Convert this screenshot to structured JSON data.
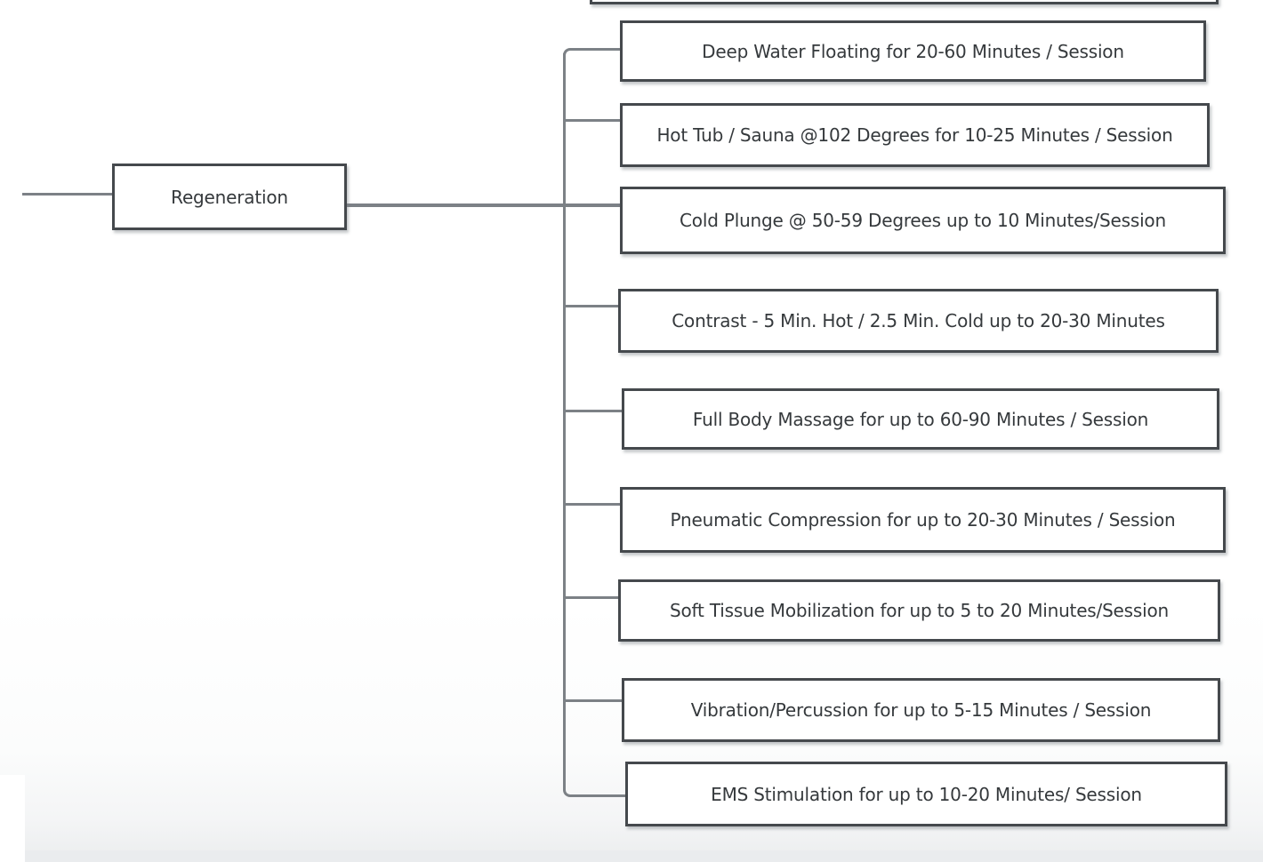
{
  "root": {
    "label": "Regeneration"
  },
  "children": [
    {
      "label": "Deep Water Floating for 20-60 Minutes / Session"
    },
    {
      "label": "Hot Tub / Sauna @102 Degrees for 10-25 Minutes / Session"
    },
    {
      "label": "Cold Plunge @ 50-59 Degrees up to 10 Minutes/Session"
    },
    {
      "label": "Contrast - 5 Min. Hot / 2.5 Min. Cold up to 20-30 Minutes"
    },
    {
      "label": "Full Body Massage for up to 60-90 Minutes / Session"
    },
    {
      "label": "Pneumatic Compression for up to 20-30 Minutes / Session"
    },
    {
      "label": "Soft Tissue Mobilization for up to 5 to 20 Minutes/Session"
    },
    {
      "label": "Vibration/Percussion for up to 5-15 Minutes / Session"
    },
    {
      "label": "EMS Stimulation for up to 10-20 Minutes/ Session"
    }
  ],
  "colors": {
    "node_border": "#45494d",
    "node_fill": "#ffffff",
    "connector": "#7c8186",
    "text": "#35393c",
    "bottom_band": "#eaecee"
  }
}
